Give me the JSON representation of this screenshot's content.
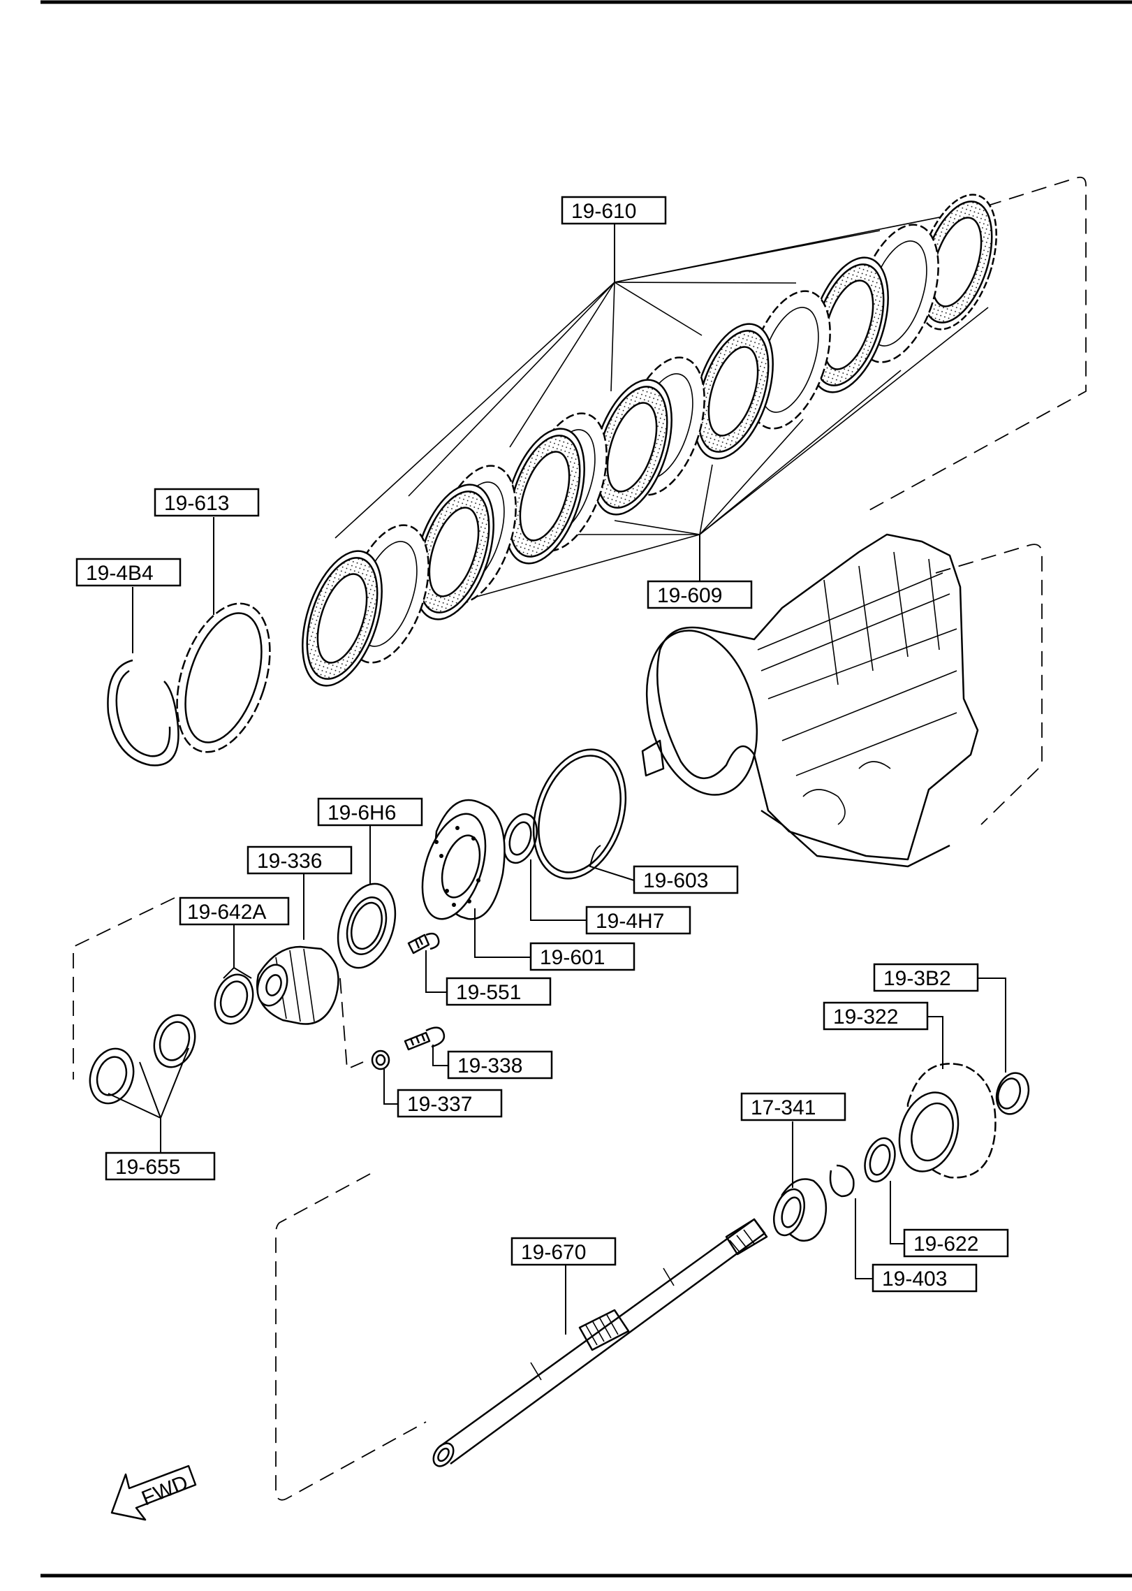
{
  "labels": {
    "c19_610": "19-610",
    "c19_613": "19-613",
    "c19_4B4": "19-4B4",
    "c19_609": "19-609",
    "c19_6H6": "19-6H6",
    "c19_336": "19-336",
    "c19_642A": "19-642A",
    "c19_603": "19-603",
    "c19_4H7": "19-4H7",
    "c19_601": "19-601",
    "c19_551": "19-551",
    "c19_338": "19-338",
    "c19_337": "19-337",
    "c19_655": "19-655",
    "c19_3B2": "19-3B2",
    "c19_322": "19-322",
    "c17_341": "17-341",
    "c19_622": "19-622",
    "c19_403": "19-403",
    "c19_670": "19-670"
  },
  "fwd_arrow_text": "FWD"
}
